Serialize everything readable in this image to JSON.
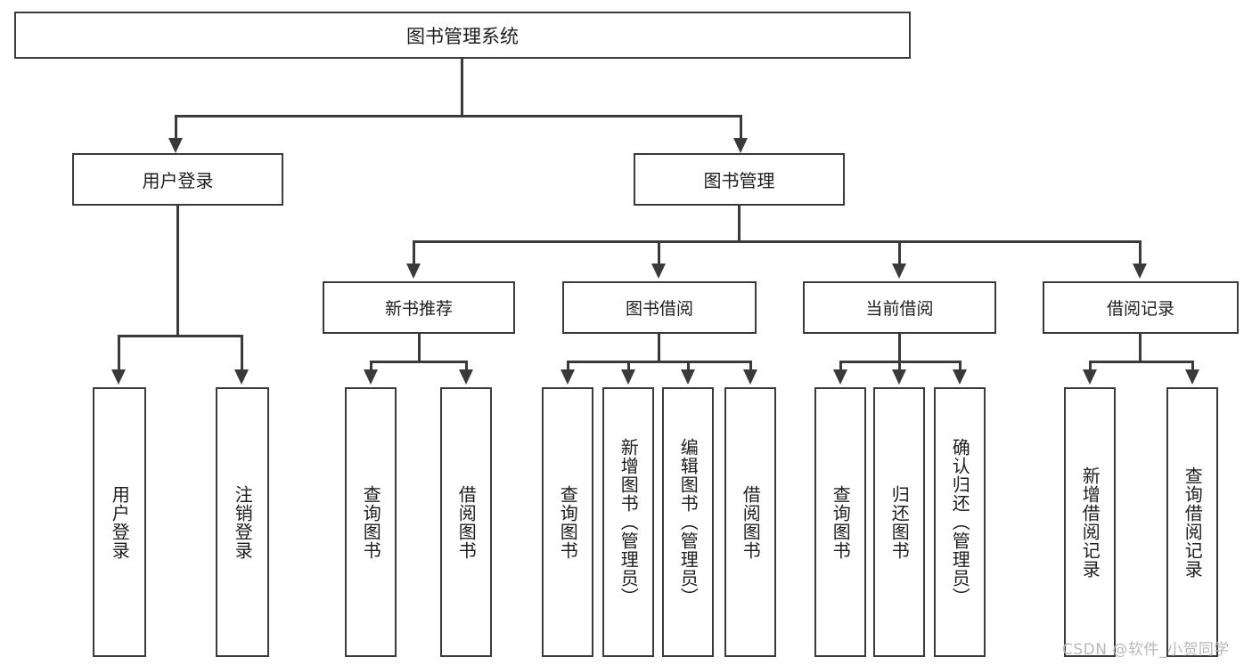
{
  "diagram": {
    "type": "tree-hierarchy-chart",
    "root": {
      "label": "图书管理系统"
    },
    "level2": [
      {
        "label": "用户登录"
      },
      {
        "label": "图书管理"
      }
    ],
    "level3": [
      {
        "label": "新书推荐"
      },
      {
        "label": "图书借阅"
      },
      {
        "label": "当前借阅"
      },
      {
        "label": "借阅记录"
      }
    ],
    "leaves": {
      "user_login": [
        {
          "label": "用户登录"
        },
        {
          "label": "注销登录"
        }
      ],
      "new_book_recommend": [
        {
          "label": "查询图书"
        },
        {
          "label": "借阅图书"
        }
      ],
      "book_borrow": [
        {
          "label": "查询图书"
        },
        {
          "label": "新增图书（管理员）"
        },
        {
          "label": "编辑图书（管理员）"
        },
        {
          "label": "借阅图书"
        }
      ],
      "current_borrow": [
        {
          "label": "查询图书"
        },
        {
          "label": "归还图书"
        },
        {
          "label": "确认归还（管理员）"
        }
      ],
      "borrow_records": [
        {
          "label": "新增借阅记录"
        },
        {
          "label": "查询借阅记录"
        }
      ]
    }
  },
  "watermark": {
    "text": "CSDN @软件_小贺同学"
  },
  "colors": {
    "stroke": "#3a3a3a",
    "background": "#ffffff",
    "text": "#1d1d1d",
    "watermark": "#b9b9b9"
  }
}
